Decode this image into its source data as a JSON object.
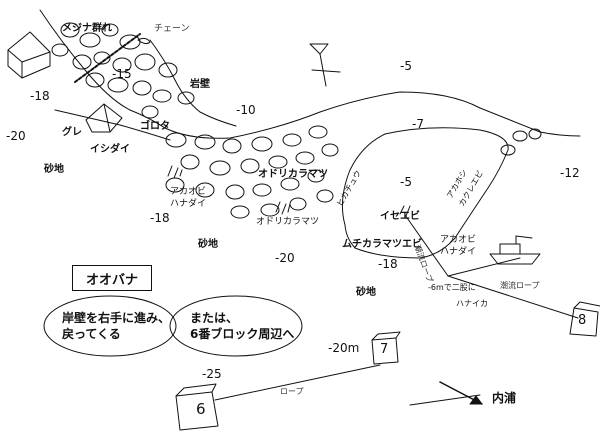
{
  "labels": {
    "mejina": "メジナ群れ",
    "chain": "チェーン",
    "depth_m15": "-15",
    "depth_m18_left": "-18",
    "rock_wall": "岩壁",
    "depth_m5_top": "-5",
    "depth_m20_left": "-20",
    "gure": "グレ",
    "ishidai": "イシダイ",
    "gorota": "ゴロタ",
    "depth_m10": "-10",
    "depth_m7": "-7",
    "depth_m12": "-12",
    "sand_left": "砂地",
    "akaobi_hanadai_left_1": "アカオビ",
    "akaobi_hanadai_left_2": "ハナダイ",
    "odori_1": "オドリカラマツ",
    "depth_m5_mid": "-5",
    "depth_m18_mid": "-18",
    "odori_2": "オドリカラマツ",
    "sand_center": "砂地",
    "depth_m20_center": "-20",
    "hikichou": "ヒカチュウ",
    "iseebi": "イセエビ",
    "akahoshi_1": "アカホシ",
    "akahoshi_2": "カクレエビ",
    "muchi_ebi": "ムチカラマツエビ",
    "akaobi_hanadai_right_1": "アカオビ",
    "akaobi_hanadai_right_2": "ハナダイ",
    "depth_m18_right": "-18",
    "sand_right": "砂地",
    "rope_guide_vertical": "潮流ロープ",
    "two_level": "-6mで二股に",
    "rope_guide_right": "潮流ロープ",
    "hanaika": "ハナイカ",
    "depth_m20m": "-20m",
    "depth_m25": "-25",
    "rope": "ロープ",
    "uchiura": "内浦"
  },
  "title": "オオバナ",
  "bubble_left": [
    "岸壁を右手に進み、",
    "戻ってくる"
  ],
  "bubble_right": [
    "または、",
    "6番ブロック周辺へ"
  ],
  "blocks": {
    "b6": "6",
    "b7": "7",
    "b8": "8"
  }
}
